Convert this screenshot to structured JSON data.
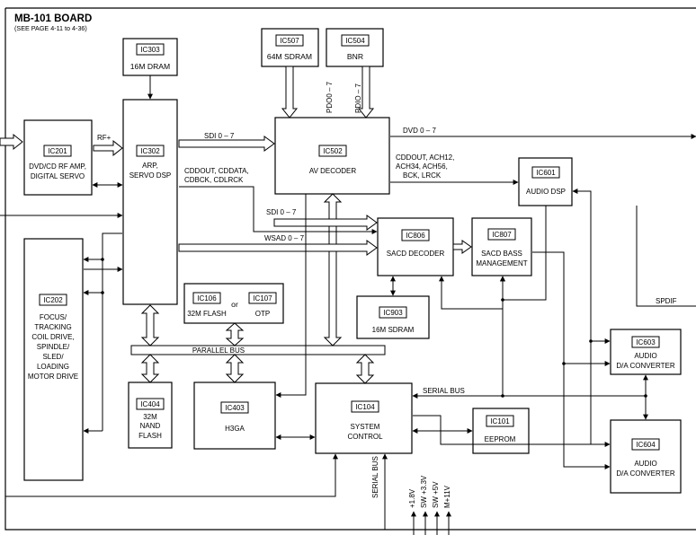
{
  "board": {
    "title": "MB-101 BOARD",
    "subtitle": "(SEE PAGE 4-11 to 4-36)"
  },
  "blocks": {
    "ic303": {
      "id": "IC303",
      "lines": [
        "16M DRAM"
      ]
    },
    "ic507": {
      "id": "IC507",
      "lines": [
        "64M  SDRAM"
      ]
    },
    "ic504": {
      "id": "IC504",
      "lines": [
        "BNR"
      ]
    },
    "ic201": {
      "id": "IC201",
      "lines": [
        "DVD/CD RF AMP,",
        "DIGITAL SERVO"
      ]
    },
    "ic302": {
      "id": "IC302",
      "lines": [
        "ARP,",
        "SERVO DSP"
      ]
    },
    "ic502": {
      "id": "IC502",
      "lines": [
        "AV DECODER"
      ]
    },
    "ic601": {
      "id": "IC601",
      "lines": [
        "AUDIO DSP"
      ]
    },
    "ic806": {
      "id": "IC806",
      "lines": [
        "SACD DECODER"
      ]
    },
    "ic807": {
      "id": "IC807",
      "lines": [
        "SACD BASS",
        "MANAGEMENT"
      ]
    },
    "ic202": {
      "id": "IC202",
      "lines": [
        "FOCUS/",
        "TRACKING",
        "COIL DRIVE,",
        "SPINDLE/",
        "SLED/",
        "LOADING",
        "MOTOR DRIVE"
      ]
    },
    "ic106": {
      "id": "IC106",
      "lines": [
        "32M FLASH"
      ]
    },
    "ic107": {
      "id": "IC107",
      "lines": [
        "OTP"
      ]
    },
    "ic903": {
      "id": "IC903",
      "lines": [
        "16M  SDRAM"
      ]
    },
    "ic603": {
      "id": "IC603",
      "lines": [
        "AUDIO",
        "D/A CONVERTER"
      ]
    },
    "ic404": {
      "id": "IC404",
      "lines": [
        "32M",
        "NAND",
        "FLASH"
      ]
    },
    "ic403": {
      "id": "IC403",
      "lines": [
        "H3GA"
      ]
    },
    "ic104": {
      "id": "IC104",
      "lines": [
        "SYSTEM",
        "CONTROL"
      ]
    },
    "ic101": {
      "id": "IC101",
      "lines": [
        "EEPROM"
      ]
    },
    "ic604": {
      "id": "IC604",
      "lines": [
        "AUDIO",
        "D/A CONVERTER"
      ]
    }
  },
  "or_label": "or",
  "signals": {
    "rf": "RF+",
    "sdi_top": "SDI 0 – 7",
    "cddout_302": [
      "CDDOUT, CDDATA,",
      "CDBCK, CDLRCK"
    ],
    "sdi_mid": "SDI 0 – 7",
    "wsad": "WSAD 0 – 7",
    "dvd": "DVD 0 – 7",
    "cddout_502": [
      "CDDOUT, ACH12,",
      "ACH34, ACH56,",
      "BCK, LRCK"
    ],
    "pdo_507": "PDO0 – 7",
    "pdo_504": "PDIO – 7",
    "spdif": "SPDIF",
    "parallel_bus": "PARALLEL BUS",
    "serial_bus_h": "SERIAL BUS",
    "serial_bus_v": "SERIAL BUS",
    "power": [
      "+1.8V",
      "SW +3.3V",
      "SW +5V",
      "M+11V"
    ]
  }
}
